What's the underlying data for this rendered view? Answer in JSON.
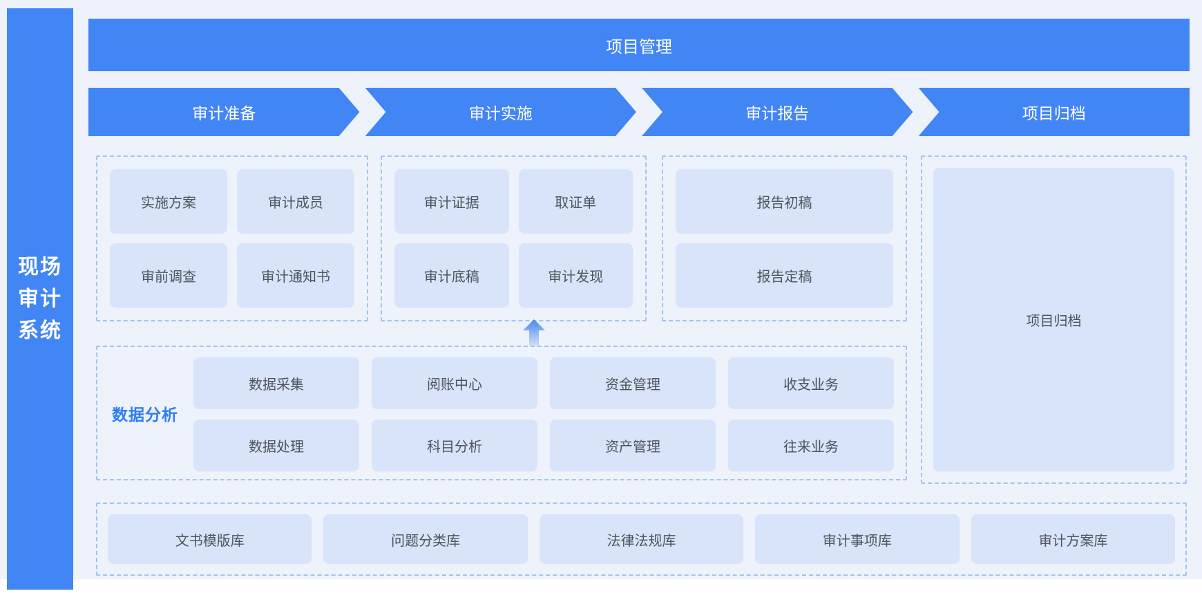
{
  "sidebar": {
    "title_lines": [
      "现场",
      "审计",
      "系统"
    ]
  },
  "header": {
    "title": "项目管理"
  },
  "stages": [
    {
      "label": "审计准备",
      "items": [
        "实施方案",
        "审计成员",
        "审前调查",
        "审计通知书"
      ]
    },
    {
      "label": "审计实施",
      "items": [
        "审计证据",
        "取证单",
        "审计底稿",
        "审计发现"
      ]
    },
    {
      "label": "审计报告",
      "items": [
        "报告初稿",
        "报告定稿"
      ]
    },
    {
      "label": "项目归档",
      "items": [
        "项目归档"
      ]
    }
  ],
  "data_analysis": {
    "label": "数据分析",
    "items": [
      "数据采集",
      "阅账中心",
      "资金管理",
      "收支业务",
      "数据处理",
      "科目分析",
      "资产管理",
      "往来业务"
    ]
  },
  "libraries": [
    "文书模版库",
    "问题分类库",
    "法律法规库",
    "审计事项库",
    "审计方案库"
  ],
  "colors": {
    "primary_blue": "#4285f4",
    "module_fill": "#d8e4f9",
    "canvas_bg": "#eef2fb",
    "dashed_border": "#a3c3ee",
    "module_text": "#4d545c",
    "analysis_label": "#2e7ef2"
  }
}
